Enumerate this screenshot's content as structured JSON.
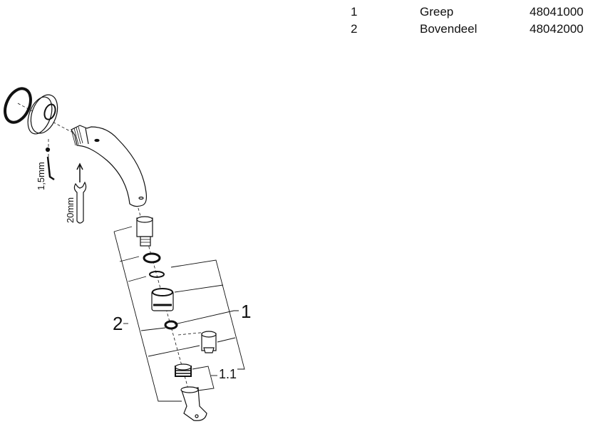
{
  "parts_table": {
    "rows": [
      {
        "pos": "1",
        "name": "Greep",
        "number": "48041000"
      },
      {
        "pos": "2",
        "name": "Bovendeel",
        "number": "48042000"
      }
    ]
  },
  "diagram": {
    "tool_labels": {
      "hex_key": "1,5mm",
      "wrench": "20mm"
    },
    "callouts": {
      "handle": "1",
      "top_part": "2",
      "sub_assembly": "1.1"
    }
  }
}
